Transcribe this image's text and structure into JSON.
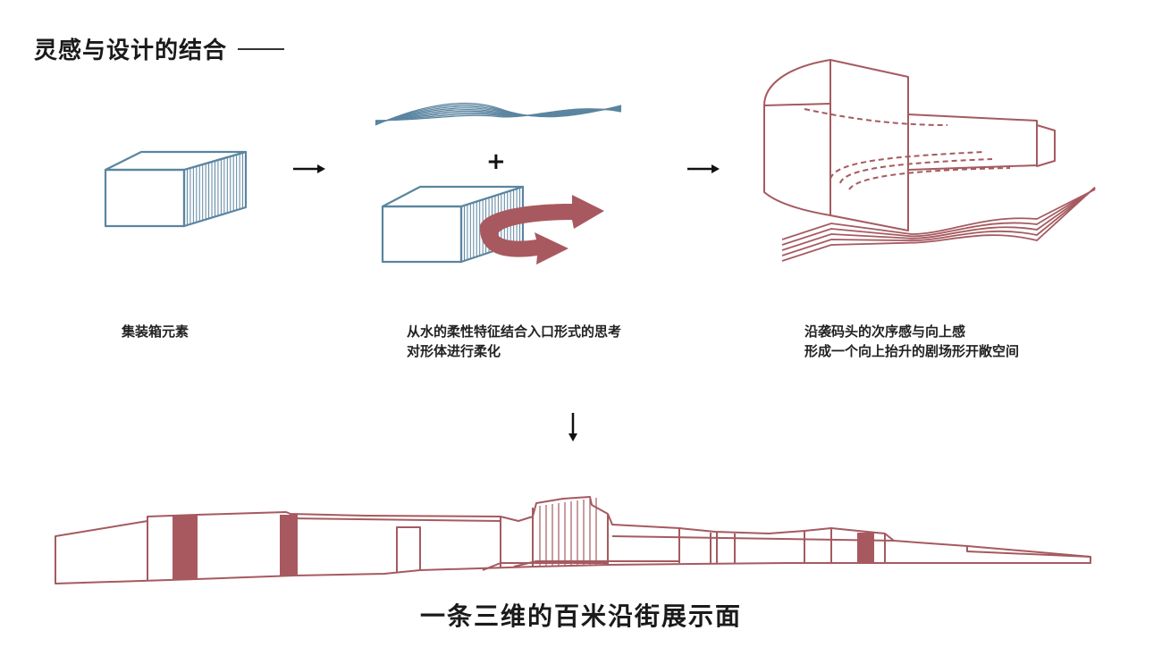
{
  "title": "灵感与设计的结合",
  "steps": [
    {
      "caption_lines": [
        "集装箱元素"
      ]
    },
    {
      "operator": "+",
      "caption_lines": [
        "从水的柔性特征结合入口形式的思考",
        "对形体进行柔化"
      ]
    },
    {
      "caption_lines": [
        "沿袭码头的次序感与向上感",
        "形成一个向上抬升的剧场形开敞空间"
      ]
    }
  ],
  "result_caption": "一条三维的百米沿街展示面",
  "colors": {
    "blue": "#5b85a0",
    "red": "#a55a60",
    "red_fill": "#a8595f",
    "text": "#1a1a1a"
  },
  "icons": [
    "arrow-right-icon",
    "arrow-right-icon",
    "arrow-down-icon",
    "plus-icon"
  ]
}
